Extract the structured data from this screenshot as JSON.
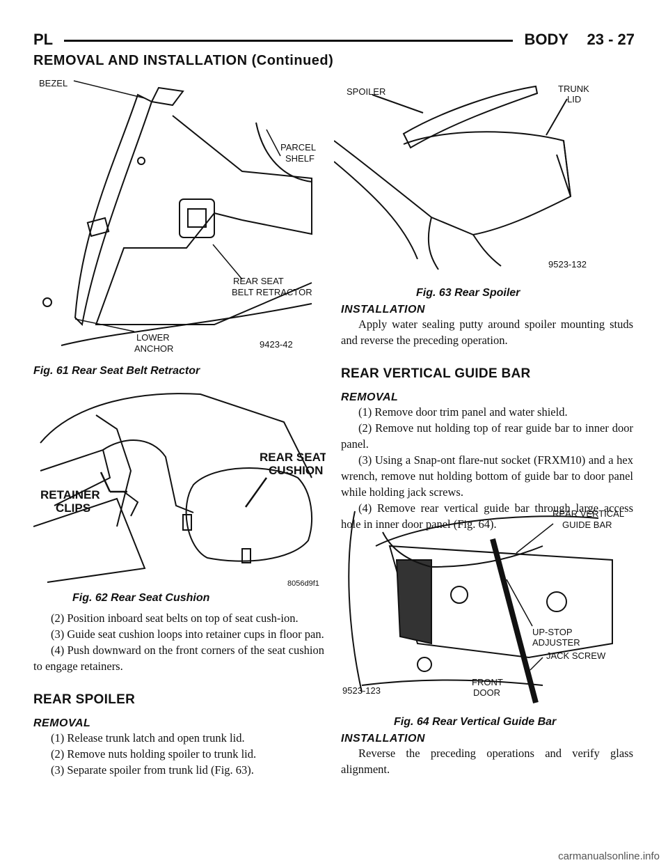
{
  "header": {
    "left": "PL",
    "section": "BODY",
    "page": "23 - 27"
  },
  "continued_title": "REMOVAL AND INSTALLATION (Continued)",
  "fig61": {
    "caption": "Fig. 61 Rear Seat Belt Retractor",
    "labels": {
      "bezel": "BEZEL",
      "parcel1": "PARCEL",
      "parcel2": "SHELF",
      "ret1": "REAR SEAT",
      "ret2": "BELT RETRACTOR",
      "anchor1": "LOWER",
      "anchor2": "ANCHOR",
      "number": "9423-42"
    }
  },
  "fig62": {
    "caption": "Fig. 62 Rear Seat Cushion",
    "labels": {
      "cush1": "REAR SEAT",
      "cush2": "CUSHION",
      "clips1": "RETAINER",
      "clips2": "CLIPS",
      "number": "8056d9f1"
    }
  },
  "left_text": {
    "steps": [
      "(2) Position inboard seat belts on top of seat cush-ion.",
      "(3) Guide seat cushion loops into retainer cups in floor pan.",
      "(4) Push downward on the front corners of the seat cushion to engage retainers."
    ],
    "spoiler_heading": "REAR SPOILER",
    "removal_heading": "REMOVAL",
    "removal_steps": [
      "(1) Release trunk latch and open trunk lid.",
      "(2) Remove nuts holding spoiler to trunk lid.",
      "(3) Separate spoiler from trunk lid (Fig. 63)."
    ]
  },
  "fig63": {
    "caption": "Fig. 63 Rear Spoiler",
    "labels": {
      "spoiler": "SPOILER",
      "trunk1": "TRUNK",
      "trunk2": "LID",
      "number": "9523-132"
    }
  },
  "right_text": {
    "installation_heading": "INSTALLATION",
    "installation_text": "Apply water sealing putty around spoiler mounting studs and reverse the preceding operation.",
    "guide_heading": "REAR VERTICAL GUIDE BAR",
    "removal_heading": "REMOVAL",
    "removal_steps": [
      "(1) Remove door trim panel and water shield.",
      "(2) Remove nut holding top of rear guide bar to inner door panel.",
      "(3) Using a Snap-ont flare-nut socket (FRXM10) and a hex wrench, remove nut holding bottom of guide bar to door panel while holding jack screws.",
      "(4) Remove rear vertical guide bar through large access hole in inner door panel (Fig. 64)."
    ],
    "installation2_heading": "INSTALLATION",
    "installation2_text": "Reverse the preceding operations and verify glass alignment."
  },
  "fig64": {
    "caption": "Fig. 64 Rear Vertical Guide Bar",
    "labels": {
      "bar1": "REAR VERTICAL",
      "bar2": "GUIDE BAR",
      "up1": "UP-STOP",
      "up2": "ADJUSTER",
      "jack": "JACK SCREW",
      "door1": "FRONT",
      "door2": "DOOR",
      "number": "9523-123"
    }
  },
  "watermark": "carmanualsonline.info"
}
